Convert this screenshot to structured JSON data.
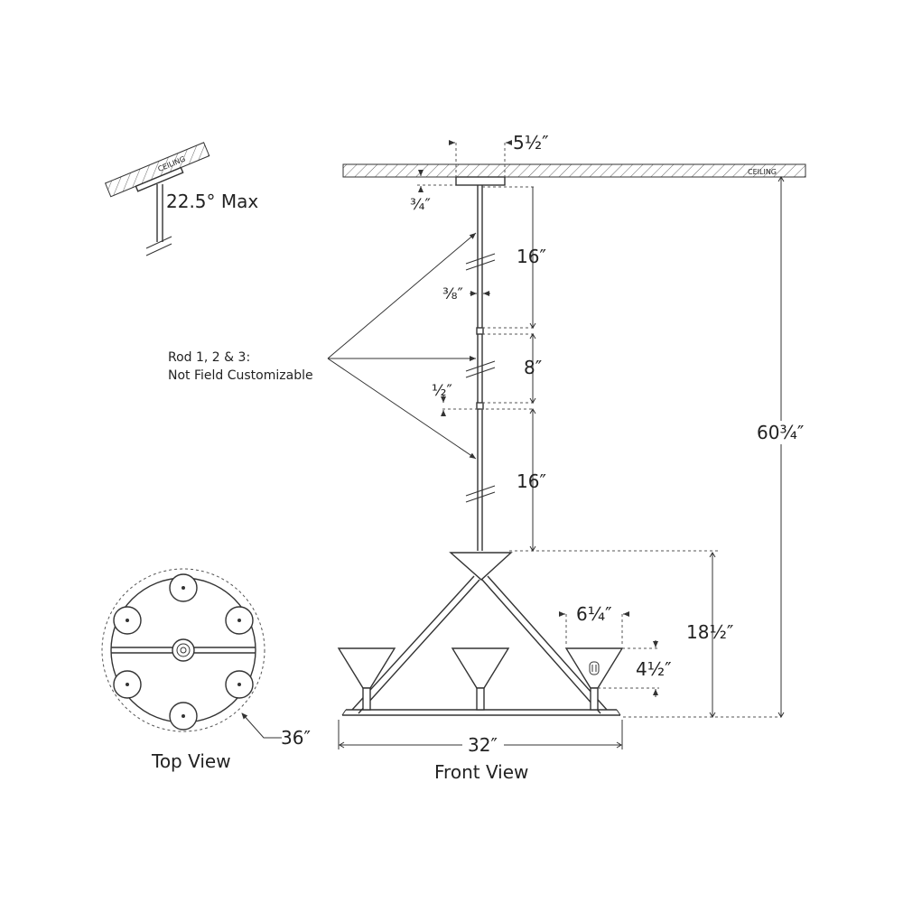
{
  "ceiling_label": "CEILING",
  "slope": {
    "label": "22.5° Max"
  },
  "dimensions": {
    "canopy_width": "5½″",
    "canopy_height": "¾″",
    "rod_top": "16″",
    "rod_diameter": "⅜″",
    "rod_middle": "8″",
    "coupler": "½″",
    "rod_bottom": "16″",
    "overall_height": "60¾″",
    "body_height": "18½″",
    "shade_width": "6¼″",
    "shade_height": "4½″",
    "overall_width": "32″",
    "top_diameter": "36″"
  },
  "rod_note": {
    "line1": "Rod 1, 2 & 3:",
    "line2": "Not Field Customizable"
  },
  "views": {
    "top": "Top View",
    "front": "Front View"
  }
}
